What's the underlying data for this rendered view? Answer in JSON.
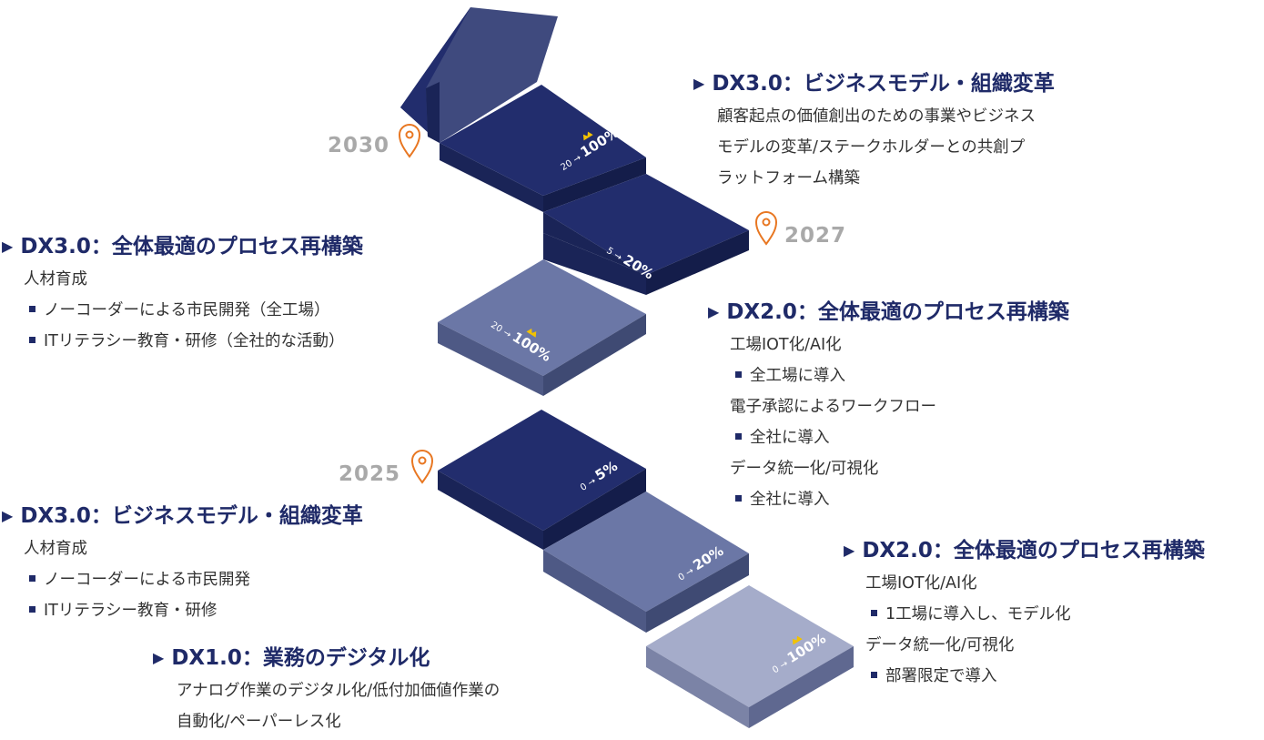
{
  "colors": {
    "dark_top": "#222d6d",
    "dark_side": "#1a2457",
    "mid_top": "#6b77a6",
    "mid_side": "#4e5985",
    "light_top": "#a5acca",
    "light_side": "#7b83a6",
    "pin": "#e87722",
    "year": "#a9a9a9",
    "heading": "#1f2a68"
  },
  "years": [
    "2030",
    "2027",
    "2025"
  ],
  "steps": [
    {
      "from": "20",
      "arrow": "→",
      "to": "100%",
      "star": true
    },
    {
      "from": "5",
      "arrow": "→",
      "to": "20%",
      "star": false
    },
    {
      "from": "20",
      "arrow": "→",
      "to": "100%",
      "star": true
    },
    {
      "from": "0",
      "arrow": "→",
      "to": "5%",
      "star": false
    },
    {
      "from": "0",
      "arrow": "→",
      "to": "20%",
      "star": false
    },
    {
      "from": "0",
      "arrow": "→",
      "to": "100%",
      "star": true
    }
  ],
  "blocks": {
    "dx3_business_right": {
      "heading": "DX3.0：ビジネスモデル・組織変革",
      "lines": [
        "顧客起点の価値創出のための事業やビジネス",
        "モデルの変革/ステークホルダーとの共創プ",
        "ラットフォーム構築"
      ]
    },
    "dx3_process_left": {
      "heading": "DX3.0：全体最適のプロセス再構築",
      "sub": "人材育成",
      "bullets": [
        "ノーコーダーによる市民開発（全工場）",
        "ITリテラシー教育・研修（全社的な活動）"
      ]
    },
    "dx2_process_right": {
      "heading": "DX2.0：全体最適のプロセス再構築",
      "sub1": "工場IOT化/AI化",
      "bullet1": "全工場に導入",
      "sub2": "電子承認によるワークフロー",
      "bullet2": "全社に導入",
      "sub3": "データ統一化/可視化",
      "bullet3": "全社に導入"
    },
    "dx3_business_left": {
      "heading": "DX3.0：ビジネスモデル・組織変革",
      "sub": "人材育成",
      "bullets": [
        "ノーコーダーによる市民開発",
        "ITリテラシー教育・研修"
      ]
    },
    "dx2_process_bottom": {
      "heading": "DX2.0：全体最適のプロセス再構築",
      "sub1": "工場IOT化/AI化",
      "bullet1": "1工場に導入し、モデル化",
      "sub2": "データ統一化/可視化",
      "bullet2": "部署限定で導入"
    },
    "dx1_digital": {
      "heading": "DX1.0：業務のデジタル化",
      "lines": [
        "アナログ作業のデジタル化/低付加価値作業の",
        "自動化/ペーパーレス化"
      ]
    }
  }
}
